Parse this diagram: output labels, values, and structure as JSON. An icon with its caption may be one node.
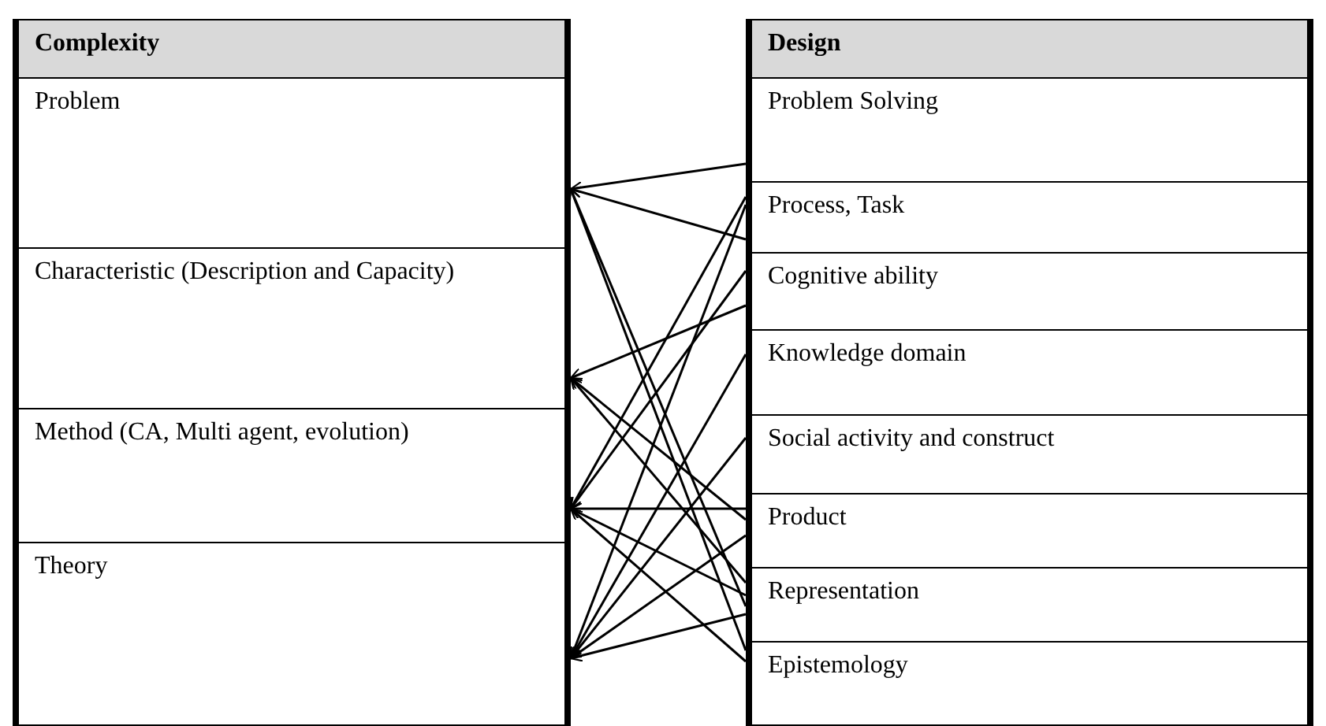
{
  "diagram": {
    "nodes": [
      {
        "text": [
          "Complexity"
        ]
      },
      {
        "text": [
          "Problem"
        ],
        "in": 0
      },
      {
        "text": [
          "Characteristic (Description and Capacity)"
        ],
        "in": 0
      },
      {
        "text": [
          "Method (CA, Multi agent, evolution)"
        ],
        "in": 0
      },
      {
        "text": [
          "Theory"
        ],
        "in": 0
      },
      {
        "text": [
          "Design"
        ]
      },
      {
        "text": [
          "Problem Solving"
        ],
        "in": 5
      },
      {
        "text": [
          "Process, Task"
        ],
        "in": 5
      },
      {
        "text": [
          "Cognitive ability"
        ],
        "in": 5
      },
      {
        "text": [
          "Knowledge domain"
        ],
        "in": 5
      },
      {
        "text": [
          "Social activity and construct"
        ],
        "in": 5
      },
      {
        "text": [
          "Product"
        ],
        "in": 5
      },
      {
        "text": [
          "Representation"
        ],
        "in": 5
      },
      {
        "text": [
          "Epistemology"
        ],
        "in": 5
      }
    ],
    "edges": [
      {
        "from": 6,
        "to": 1,
        "arrow": "to"
      },
      {
        "from": 7,
        "to": 1,
        "arrow": "to"
      },
      {
        "from": 12,
        "to": 1,
        "arrow": "to"
      },
      {
        "from": 13,
        "to": 1,
        "arrow": "to"
      },
      {
        "from": 8,
        "to": 2,
        "arrow": "to"
      },
      {
        "from": 11,
        "to": 2,
        "arrow": "to"
      },
      {
        "from": 12,
        "to": 2,
        "arrow": "to"
      },
      {
        "from": 7,
        "to": 3,
        "arrow": "to"
      },
      {
        "from": 8,
        "to": 3,
        "arrow": "to"
      },
      {
        "from": 11,
        "to": 3,
        "arrow": "to"
      },
      {
        "from": 12,
        "to": 3,
        "arrow": "to"
      },
      {
        "from": 13,
        "to": 3,
        "arrow": "to"
      },
      {
        "from": 7,
        "to": 4,
        "arrow": "to"
      },
      {
        "from": 9,
        "to": 4,
        "arrow": "to"
      },
      {
        "from": 10,
        "to": 4,
        "arrow": "to"
      },
      {
        "from": 11,
        "to": 4,
        "arrow": "to"
      },
      {
        "from": 12,
        "to": 4,
        "arrow": "to"
      }
    ]
  }
}
